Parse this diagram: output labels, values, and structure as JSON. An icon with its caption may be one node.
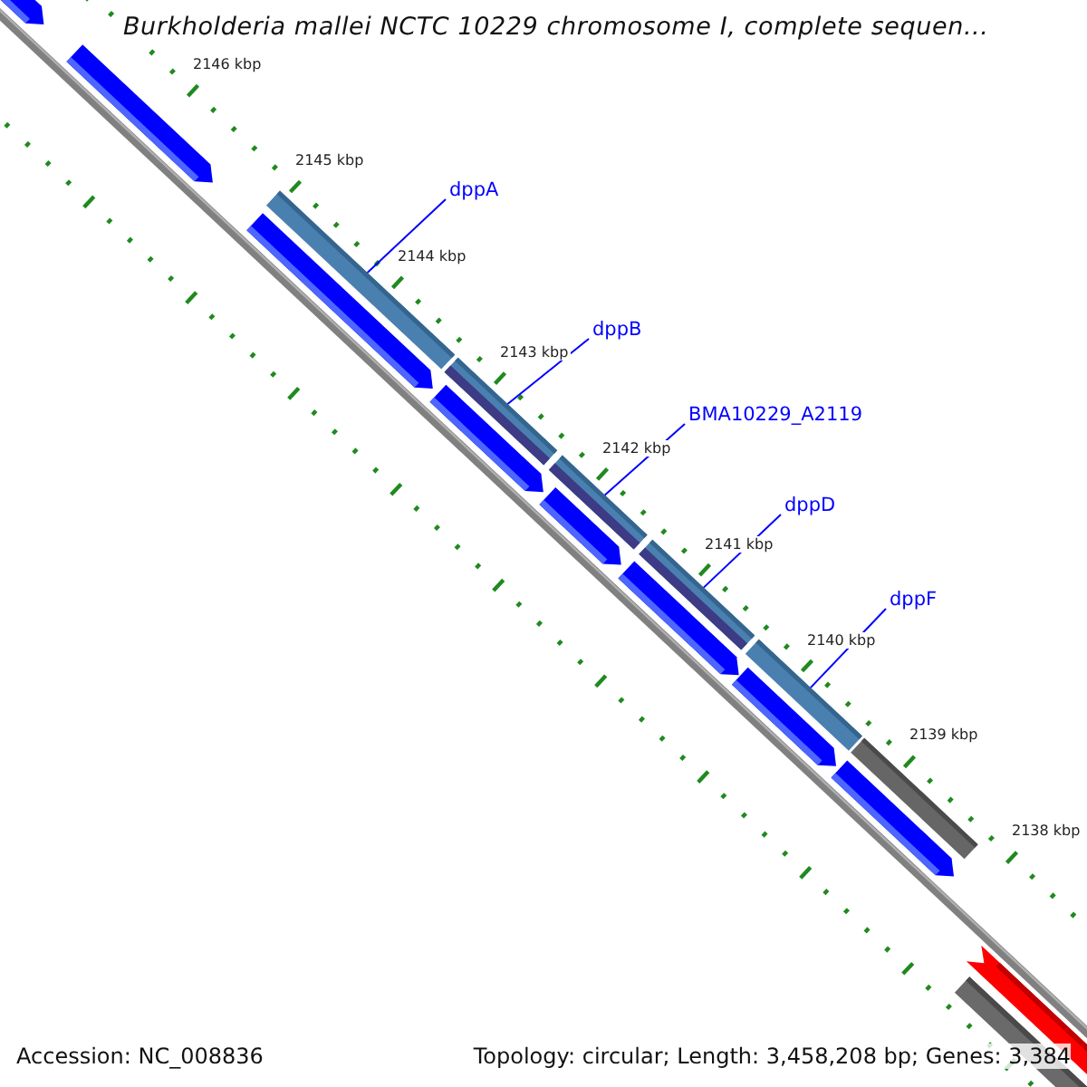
{
  "diagram": {
    "title": "Burkholderia mallei NCTC 10229 chromosome I, complete sequen...",
    "nodes": [
      {
        "text": [
          "dppA"
        ]
      },
      {
        "text": [
          "dppB"
        ]
      },
      {
        "text": [
          "BMA10229_A2119"
        ]
      },
      {
        "text": [
          "dppD"
        ]
      },
      {
        "text": [
          "dppF"
        ]
      },
      {
        "text": [],
        "shape": "bar"
      },
      {
        "text": [],
        "shape": "bar"
      },
      {
        "text": [],
        "shape": "bar"
      },
      {
        "text": [],
        "shape": "bar"
      },
      {
        "text": [],
        "shape": "bar"
      }
    ],
    "edges": [
      {
        "from": 0,
        "to": 5,
        "arrow": "none"
      },
      {
        "from": 1,
        "to": 6,
        "arrow": "none"
      },
      {
        "from": 2,
        "to": 7,
        "arrow": "none"
      },
      {
        "from": 3,
        "to": 8,
        "arrow": "none"
      },
      {
        "from": 4,
        "to": 9,
        "arrow": "none"
      }
    ],
    "labels": [
      "2146 kbp",
      "2145 kbp",
      "2144 kbp",
      "2143 kbp",
      "2142 kbp",
      "2141 kbp",
      "2140 kbp",
      "2139 kbp",
      "2138 kbp",
      "Accession: NC_008836",
      "Topology: circular; Length: 3,458,208 bp; Genes: 3,384"
    ]
  }
}
